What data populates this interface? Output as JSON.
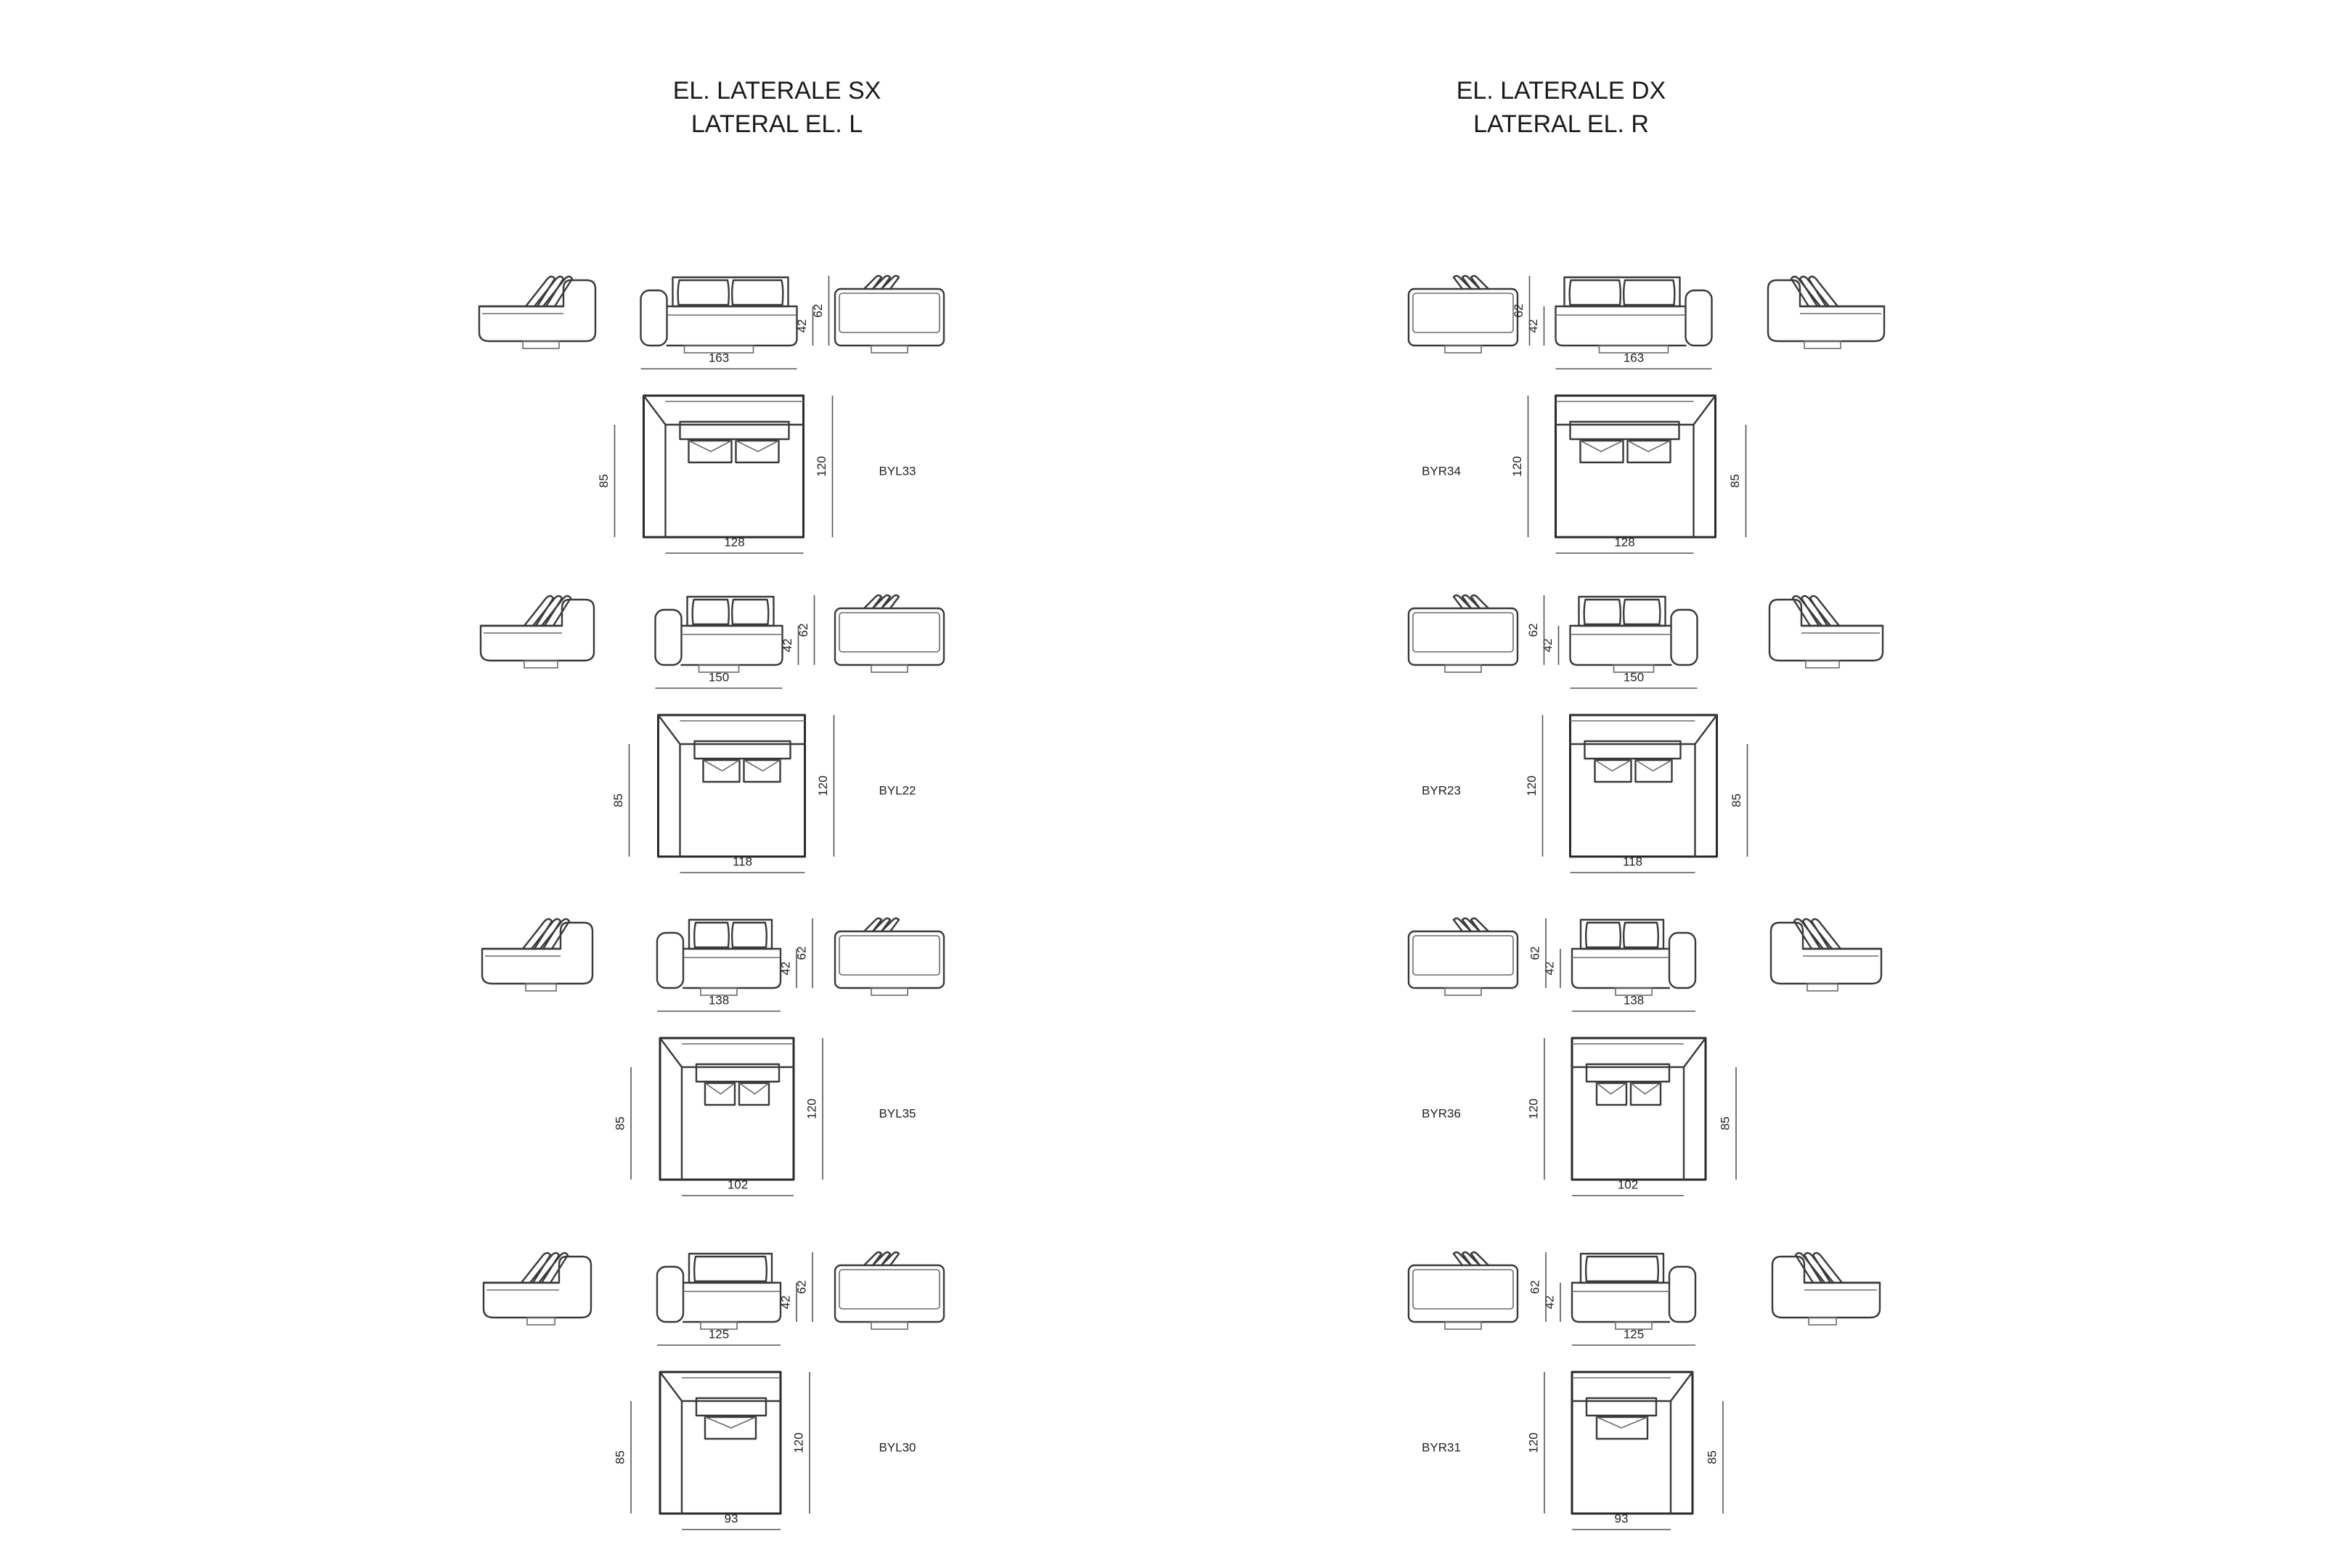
{
  "headers": {
    "left": {
      "line1": "EL. LATERALE SX",
      "line2": "LATERAL EL. L"
    },
    "right": {
      "line1": "EL. LATERALE DX",
      "line2": "LATERAL EL. R"
    }
  },
  "dimensions": {
    "seat_height": "42",
    "back_height": "62",
    "depth": "120",
    "seat_depth": "85"
  },
  "modules": [
    {
      "left_code": "BYL33",
      "right_code": "BYR34",
      "width": "163",
      "plan_width": "128",
      "cushions": 2
    },
    {
      "left_code": "BYL22",
      "right_code": "BYR23",
      "width": "150",
      "plan_width": "118",
      "cushions": 2
    },
    {
      "left_code": "BYL35",
      "right_code": "BYR36",
      "width": "138",
      "plan_width": "102",
      "cushions": 2
    },
    {
      "left_code": "BYL30",
      "right_code": "BYR31",
      "width": "125",
      "plan_width": "93",
      "cushions": 1
    }
  ]
}
